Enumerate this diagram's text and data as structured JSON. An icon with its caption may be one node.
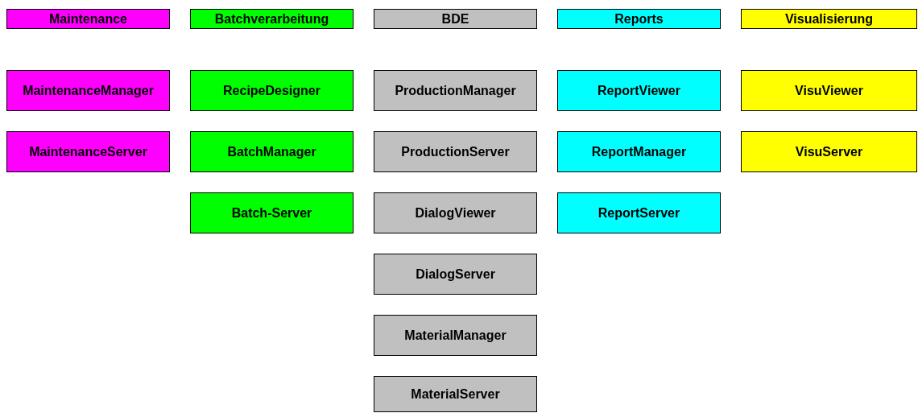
{
  "diagram": {
    "nodes": [
      {
        "text": [
          "Maintenance"
        ]
      },
      {
        "text": [
          "Batchverarbeitung"
        ]
      },
      {
        "text": [
          "BDE"
        ]
      },
      {
        "text": [
          "Reports"
        ]
      },
      {
        "text": [
          "Visualisierung"
        ]
      },
      {
        "text": [
          "MaintenanceManager"
        ]
      },
      {
        "text": [
          "RecipeDesigner"
        ]
      },
      {
        "text": [
          "ProductionManager"
        ]
      },
      {
        "text": [
          "ReportViewer"
        ]
      },
      {
        "text": [
          "VisuViewer"
        ]
      },
      {
        "text": [
          "MaintenanceServer"
        ]
      },
      {
        "text": [
          "BatchManager"
        ]
      },
      {
        "text": [
          "ProductionServer"
        ]
      },
      {
        "text": [
          "ReportManager"
        ]
      },
      {
        "text": [
          "VisuServer"
        ]
      },
      {
        "text": [
          "Batch-Server"
        ]
      },
      {
        "text": [
          "DialogViewer"
        ]
      },
      {
        "text": [
          "ReportServer"
        ]
      },
      {
        "text": [
          "DialogServer"
        ]
      },
      {
        "text": [
          "MaterialManager"
        ]
      },
      {
        "text": [
          "MaterialServer"
        ]
      }
    ],
    "edges": []
  }
}
